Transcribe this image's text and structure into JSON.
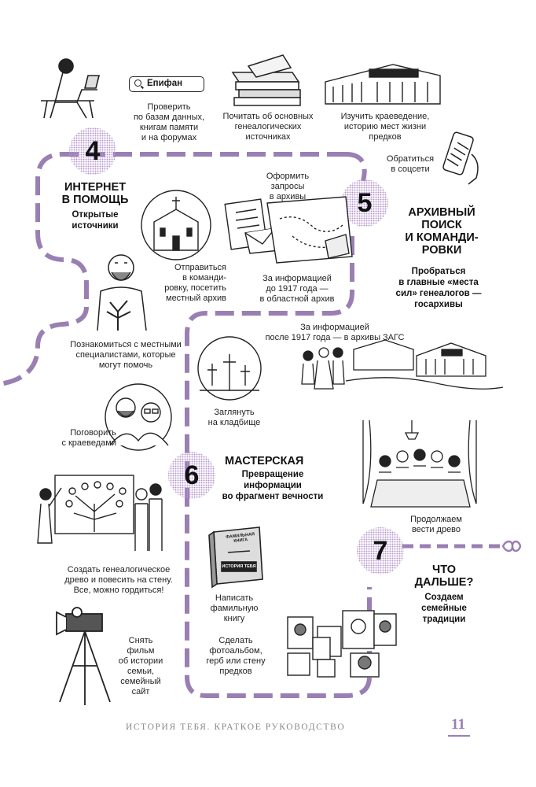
{
  "section4": {
    "number": "4",
    "heading": "ИНТЕРНЕТ\nВ ПОМОЩЬ",
    "subheading": "Открытые\nисточники",
    "search_text": "Епифан",
    "captions": {
      "databases": "Проверить\nпо базам данных,\nкнигам памяти\nи на форумах",
      "sources": "Почитать об основных\nгенеалогических\nисточниках",
      "local_history": "Изучить краеведение,\nисторию мест жизни\nпредков",
      "social": "Обратиться\nв соцсети"
    }
  },
  "section5": {
    "number": "5",
    "heading": "АРХИВНЫЙ\nПОИСК\nИ КОМАНДИ-\nРОВКИ",
    "subheading": "Пробраться\nв главные «места\nсил» генеалогов —\nгосархивы",
    "captions": {
      "requests": "Оформить\nзапросы\nв архивы",
      "trip": "Отправиться\nв команди-\nровку, посетить\nместный архив",
      "regional": "За информацией\nдо 1917 года —\nв областной архив",
      "specialists": "Познакомиться с местными\nспециалистами, которые\nмогут помочь",
      "zags": "За информацией\nпосле 1917 года — в архивы ЗАГС",
      "cemetery": "Заглянуть\nна кладбище",
      "historians": "Поговорить\nс краеведами"
    }
  },
  "section6": {
    "number": "6",
    "heading": "МАСТЕРСКАЯ",
    "subheading": "Превращение\nинформации\nво фрагмент вечности",
    "captions": {
      "tree": "Создать генеалогическое\nдрево и повесить на стену.\nВсе, можно гордиться!",
      "book": "Написать\nфамильную\nкнигу",
      "album": "Сделать\nфотоальбом,\nгерб или стену\nпредков",
      "film": "Снять\nфильм\nоб истории\nсемьи,\nсемейный\nсайт"
    },
    "book_cover": {
      "title_top": "ФАМИЛЬНАЯ\nКНИГА",
      "title_bottom": "ИСТОРИЯ ТЕБЯ"
    }
  },
  "section7": {
    "number": "7",
    "heading": "ЧТО\nДАЛЬШЕ?",
    "subheading": "Создаем\nсемейные\nтрадиции",
    "captions": {
      "continue": "Продолжаем\nвести древо"
    }
  },
  "footer": {
    "running_title": "ИСТОРИЯ ТЕБЯ. КРАТКОЕ РУКОВОДСТВО",
    "page_number": "11"
  },
  "colors": {
    "accent": "#9a7fb3",
    "blob": "#cdb6dc",
    "ink": "#1a1a1a"
  }
}
